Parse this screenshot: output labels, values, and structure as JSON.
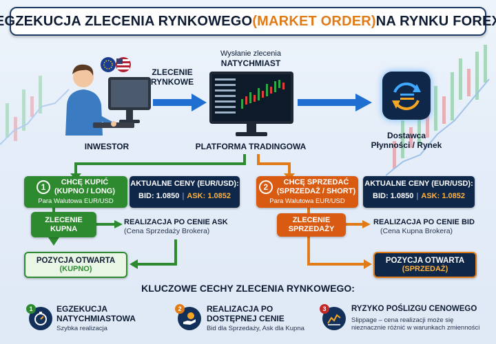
{
  "title": {
    "part1": "EGZEKUCJA ZLECENIA RYNKOWEGO ",
    "accent": "(MARKET ORDER)",
    "part2": " NA RYNKU FOREX"
  },
  "top": {
    "investor_label": "INWESTOR",
    "order_arrow_label": "ZLECENIE\nRYNKOWE",
    "send_label": "Wysłanie zlecenia",
    "send_label_bold": "NATYCHMIAST",
    "platform_label": "PLATFORMA TRADINGOWA",
    "provider_label": "Dostawca\nPłynności / Rynek"
  },
  "buy": {
    "number": "1",
    "want_line1": "CHCĘ KUPIĆ",
    "want_line2": "(KUPNO / LONG)",
    "pair": "Para Walutowa EUR/USD",
    "prices_title": "AKTUALNE CENY (EUR/USD):",
    "bid": "BID: 1.0850",
    "sep": "|",
    "ask": "ASK: 1.0852",
    "order_label": "ZLECENIE\nKUPNA",
    "exec_title": "REALIZACJA PO CENIE ASK",
    "exec_sub": "(Cena Sprzedaży Brokera)",
    "position_title": "POZYCJA OTWARTA",
    "position_sub": "(KUPNO)"
  },
  "sell": {
    "number": "2",
    "want_line1": "CHCĘ SPRZEDAĆ",
    "want_line2": "(SPRZEDAŻ / SHORT)",
    "pair": "Para Walutowa EUR/USD",
    "prices_title": "AKTUALNE CENY (EUR/USD):",
    "bid": "BID: 1.0850",
    "sep": "|",
    "ask": "ASK: 1.0852",
    "order_label": "ZLECENIE\nSPRZEDAŻY",
    "exec_title": "REALIZACJA PO CENIE BID",
    "exec_sub": "(Cena Kupna Brokera)",
    "position_title": "POZYCJA OTWARTA",
    "position_sub": "(SPRZEDAŻ)"
  },
  "features": {
    "heading": "KLUCZOWE CECHY ZLECENIA RYNKOWEGO:",
    "items": [
      {
        "num": "1",
        "title": "EGZEKUCJA\nNATYCHMIASTOWA",
        "desc": "Szybka realizacja",
        "icon": "stopwatch-icon"
      },
      {
        "num": "2",
        "title": "REALIZACJA PO\nDOSTĘPNEJ CENIE",
        "desc": "Bid dla Sprzedaży, Ask dla Kupna",
        "icon": "hand-coin-icon"
      },
      {
        "num": "3",
        "title": "RYZYKO POŚLIZGU CENOWEGO",
        "desc": "Slippage – cena realizacji może się\nnieznacznie różnić w warunkach zmienności",
        "icon": "slippage-chart-icon"
      }
    ]
  },
  "colors": {
    "navy": "#0f2748",
    "green": "#2d8a2f",
    "orange": "#d95b12",
    "ask_highlight": "#ffb23e",
    "blue_arrow": "#1f6fd1"
  }
}
